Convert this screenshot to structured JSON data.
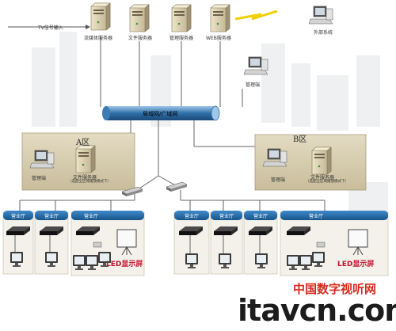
{
  "tv_input": "TV信号输入",
  "servers": [
    {
      "label": "流媒体服务器"
    },
    {
      "label": "文件服务器"
    },
    {
      "label": "管理服务器"
    },
    {
      "label": "WEB服务器"
    }
  ],
  "external_system": "外部系统",
  "management_terminal": "管理端",
  "network": "局域网/广域网",
  "zone_a": {
    "title": "A区",
    "mgmt": "管理端",
    "file_server": "文件服务器",
    "file_server_note": "（选配全区域播放模式下）"
  },
  "zone_b": {
    "title": "B区",
    "mgmt": "管理端",
    "file_server": "文件服务器",
    "file_server_note": "（选配全区域播放模式下）"
  },
  "user_bars": [
    "营业厅",
    "营业厅",
    "营业厅",
    "营业厅",
    "营业厅",
    "营业厅",
    "营业厅"
  ],
  "led_labels": [
    "LED显示屏",
    "LED显示屏"
  ],
  "watermark": {
    "cn": "中国数字视听网",
    "en": "itavcn.com"
  },
  "colors": {
    "bar": "#1f6ba6",
    "zone": "#d9cfb3",
    "cable": "#666666",
    "led_text": "#c8102e",
    "watermark_red": "#d62a1c"
  }
}
